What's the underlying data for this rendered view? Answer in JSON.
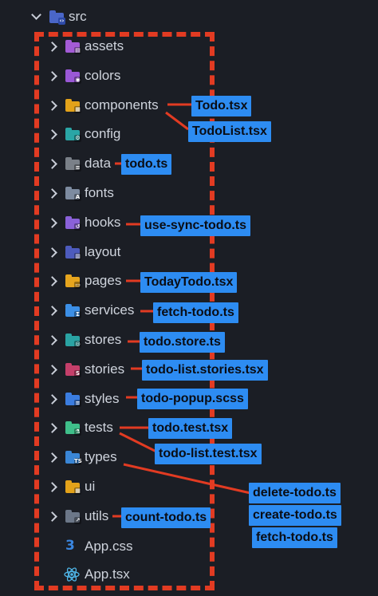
{
  "explorer": {
    "root": {
      "label": "src"
    },
    "items": [
      {
        "label": "assets",
        "icon": "assets-folder-icon",
        "color": "#a35bd6",
        "glyph": "▤"
      },
      {
        "label": "colors",
        "icon": "colors-folder-icon",
        "color": "#9a58d6",
        "glyph": "◉"
      },
      {
        "label": "components",
        "icon": "components-folder-icon",
        "color": "#e3a21a",
        "glyph": "▦"
      },
      {
        "label": "config",
        "icon": "config-folder-icon",
        "color": "#2aa6a6",
        "glyph": "⚙"
      },
      {
        "label": "data",
        "icon": "data-folder-icon",
        "color": "#7a8088",
        "glyph": "≡"
      },
      {
        "label": "fonts",
        "icon": "fonts-folder-icon",
        "color": "#7d8ba0",
        "glyph": "A"
      },
      {
        "label": "hooks",
        "icon": "hooks-folder-icon",
        "color": "#8a61d9",
        "glyph": "↺"
      },
      {
        "label": "layout",
        "icon": "layout-folder-icon",
        "color": "#4d5bbd",
        "glyph": "▥"
      },
      {
        "label": "pages",
        "icon": "pages-folder-icon",
        "color": "#e6a51e",
        "glyph": "▭"
      },
      {
        "label": "services",
        "icon": "services-folder-icon",
        "color": "#3c8fe6",
        "glyph": "Σ"
      },
      {
        "label": "stores",
        "icon": "stores-folder-icon",
        "color": "#2aa3a3",
        "glyph": "◎"
      },
      {
        "label": "stories",
        "icon": "stories-folder-icon",
        "color": "#c43f6a",
        "glyph": "S"
      },
      {
        "label": "styles",
        "icon": "styles-folder-icon",
        "color": "#3b7de0",
        "glyph": "≡"
      },
      {
        "label": "tests",
        "icon": "tests-folder-icon",
        "color": "#3fbf8a",
        "glyph": "⚗"
      },
      {
        "label": "types",
        "icon": "types-folder-icon",
        "color": "#3a86d6",
        "glyph": "TS"
      },
      {
        "label": "ui",
        "icon": "ui-folder-icon",
        "color": "#e3a21a",
        "glyph": "▦"
      },
      {
        "label": "utils",
        "icon": "utils-folder-icon",
        "color": "#6c7788",
        "glyph": "↗"
      }
    ],
    "files": [
      {
        "label": "App.css",
        "icon": "css3-file-icon",
        "color": "#3a86e0"
      },
      {
        "label": "App.tsx",
        "icon": "react-file-icon",
        "color": "#4fb6e8"
      }
    ]
  },
  "annotations": {
    "highlight_color": "#2d8cf2",
    "line_color": "#e23b22",
    "tags": [
      "Todo.tsx",
      "TodoList.tsx",
      "todo.ts",
      "use-sync-todo.ts",
      "TodayTodo.tsx",
      "fetch-todo.ts",
      "todo.store.ts",
      "todo-list.stories.tsx",
      "todo-popup.scss",
      "todo.test.tsx",
      "todo-list.test.tsx",
      "delete-todo.ts",
      "create-todo.ts",
      "fetch-todo.ts",
      "count-todo.ts"
    ]
  }
}
